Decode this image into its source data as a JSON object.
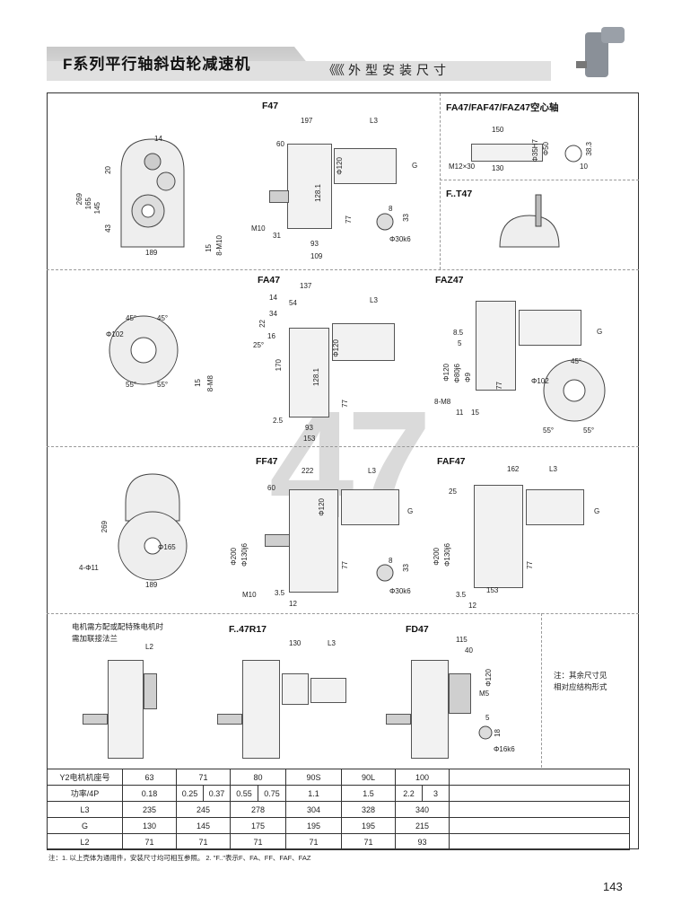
{
  "header": {
    "title": "F系列平行轴斜齿轮减速机",
    "subtitle_marks": "《《《",
    "subtitle": "外型安装尺寸"
  },
  "watermark": "47",
  "panels": {
    "end": {
      "dims": [
        "14",
        "20",
        "269",
        "165",
        "145",
        "43",
        "189",
        "15",
        "8-M10"
      ]
    },
    "f47": {
      "title": "F47",
      "dims": [
        "197",
        "L3",
        "60",
        "Φ120",
        "128.1",
        "77",
        "G",
        "M10",
        "31",
        "93",
        "109",
        "8",
        "33",
        "Φ30k6"
      ]
    },
    "hollow": {
      "title": "FA47/FAF47/FAZ47空心轴",
      "dims": [
        "150",
        "Φ35H7",
        "Φ50",
        "38.3",
        "M12×30",
        "130",
        "10"
      ]
    },
    "ft47": {
      "title": "F..T47"
    },
    "fa47": {
      "title": "FA47",
      "dims": [
        "137",
        "14",
        "54",
        "34",
        "22",
        "16",
        "25°",
        "170",
        "Φ120",
        "128.1",
        "77",
        "2.5",
        "93",
        "153",
        "L3",
        "45°",
        "45°",
        "Φ102",
        "55°",
        "55°",
        "15",
        "8-M8"
      ]
    },
    "faz47": {
      "title": "FAZ47",
      "dims": [
        "G",
        "8.5",
        "5",
        "Φ120",
        "Φ80j6",
        "Φ9",
        "77",
        "8-M8",
        "11",
        "15",
        "45°",
        "Φ102",
        "55°",
        "55°"
      ]
    },
    "ff47": {
      "title": "FF47",
      "dims": [
        "222",
        "L3",
        "60",
        "Φ120",
        "G",
        "Φ200",
        "Φ130j6",
        "77",
        "M10",
        "3.5",
        "12",
        "8",
        "33",
        "Φ30k6",
        "269",
        "Φ165",
        "4-Φ11",
        "189"
      ]
    },
    "faf47": {
      "title": "FAF47",
      "dims": [
        "162",
        "L3",
        "25",
        "G",
        "Φ200",
        "Φ130j6",
        "77",
        "3.5",
        "12",
        "153"
      ]
    },
    "adapter": {
      "note_line1": "电机需方配或配特殊电机时",
      "note_line2": "需加联接法兰",
      "dims": [
        "L2"
      ]
    },
    "r17": {
      "title": "F..47R17",
      "dims": [
        "130",
        "L3"
      ]
    },
    "fd47": {
      "title": "FD47",
      "dims": [
        "115",
        "40",
        "Φ120",
        "M5",
        "5",
        "18",
        "Φ16k6"
      ]
    },
    "side_note": {
      "line1": "注：其余尺寸见",
      "line2": "相对应结构形式"
    }
  },
  "table": {
    "rows": [
      [
        "Y2电机机座号",
        "63",
        "71",
        "80",
        "90S",
        "90L",
        "100"
      ],
      [
        "功率/4P",
        "0.18",
        "0.25",
        "0.37",
        "0.55",
        "0.75",
        "1.1",
        "1.5",
        "2.2",
        "3"
      ],
      [
        "L3",
        "235",
        "245",
        "278",
        "304",
        "328",
        "340"
      ],
      [
        "G",
        "130",
        "145",
        "175",
        "195",
        "195",
        "215"
      ],
      [
        "L2",
        "71",
        "71",
        "71",
        "71",
        "71",
        "93"
      ]
    ]
  },
  "footnote": "注：1. 以上壳体为通用件，安装尺寸均可相互参照。   2. \"F..\"表示F、FA、FF、FAF、FAZ",
  "page_number": "143"
}
